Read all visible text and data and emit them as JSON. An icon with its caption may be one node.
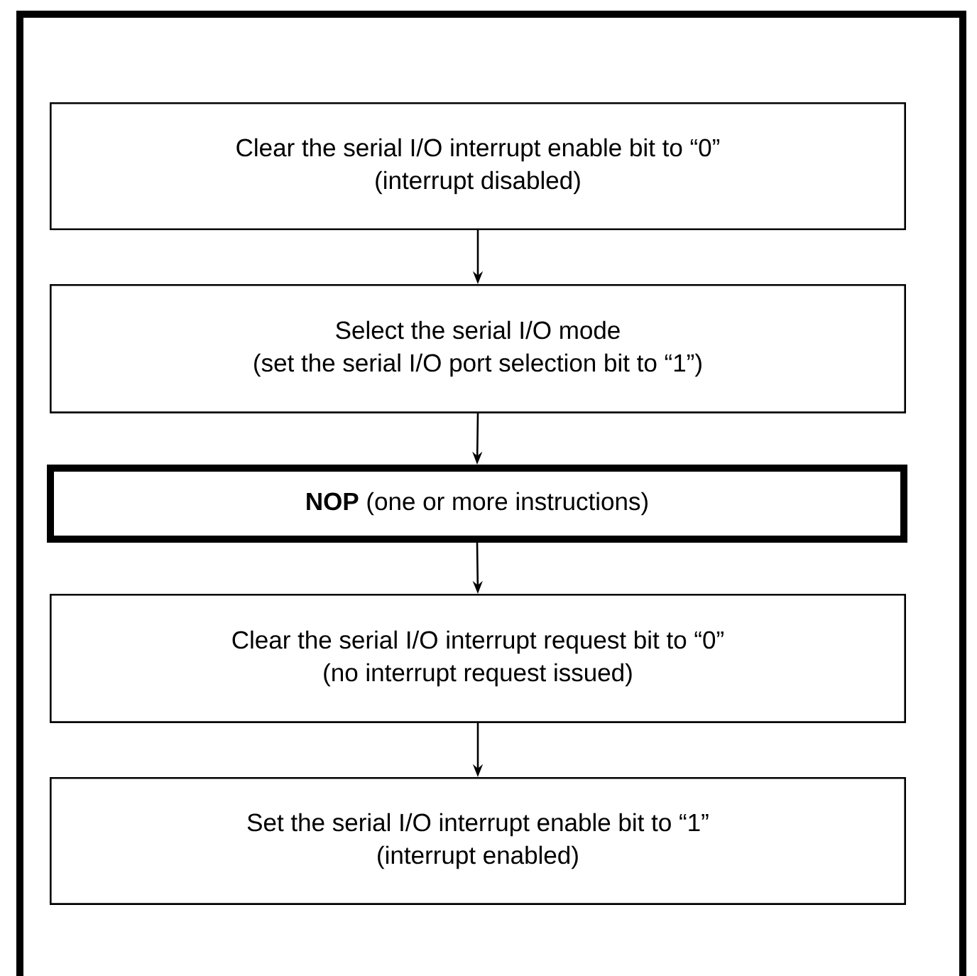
{
  "diagram": {
    "nodes": [
      {
        "text": [
          "Clear the serial I/O interrupt enable bit to “0”",
          "(interrupt disabled)"
        ]
      },
      {
        "text": [
          "Select the serial I/O mode",
          "(set the serial I/O port selection bit to “1”)"
        ]
      },
      {
        "text": [
          "**NOP** (one or more instructions)"
        ]
      },
      {
        "text": [
          "Clear the serial I/O interrupt request bit to “0”",
          "(no interrupt request issued)"
        ]
      },
      {
        "text": [
          "Set the serial I/O interrupt enable bit to “1”",
          "(interrupt enabled)"
        ]
      }
    ],
    "edges": [
      {
        "from": 0,
        "to": 1,
        "arrow": "to"
      },
      {
        "from": 1,
        "to": 2,
        "arrow": "to"
      },
      {
        "from": 2,
        "to": 3,
        "arrow": "to"
      },
      {
        "from": 3,
        "to": 4,
        "arrow": "to"
      }
    ]
  }
}
